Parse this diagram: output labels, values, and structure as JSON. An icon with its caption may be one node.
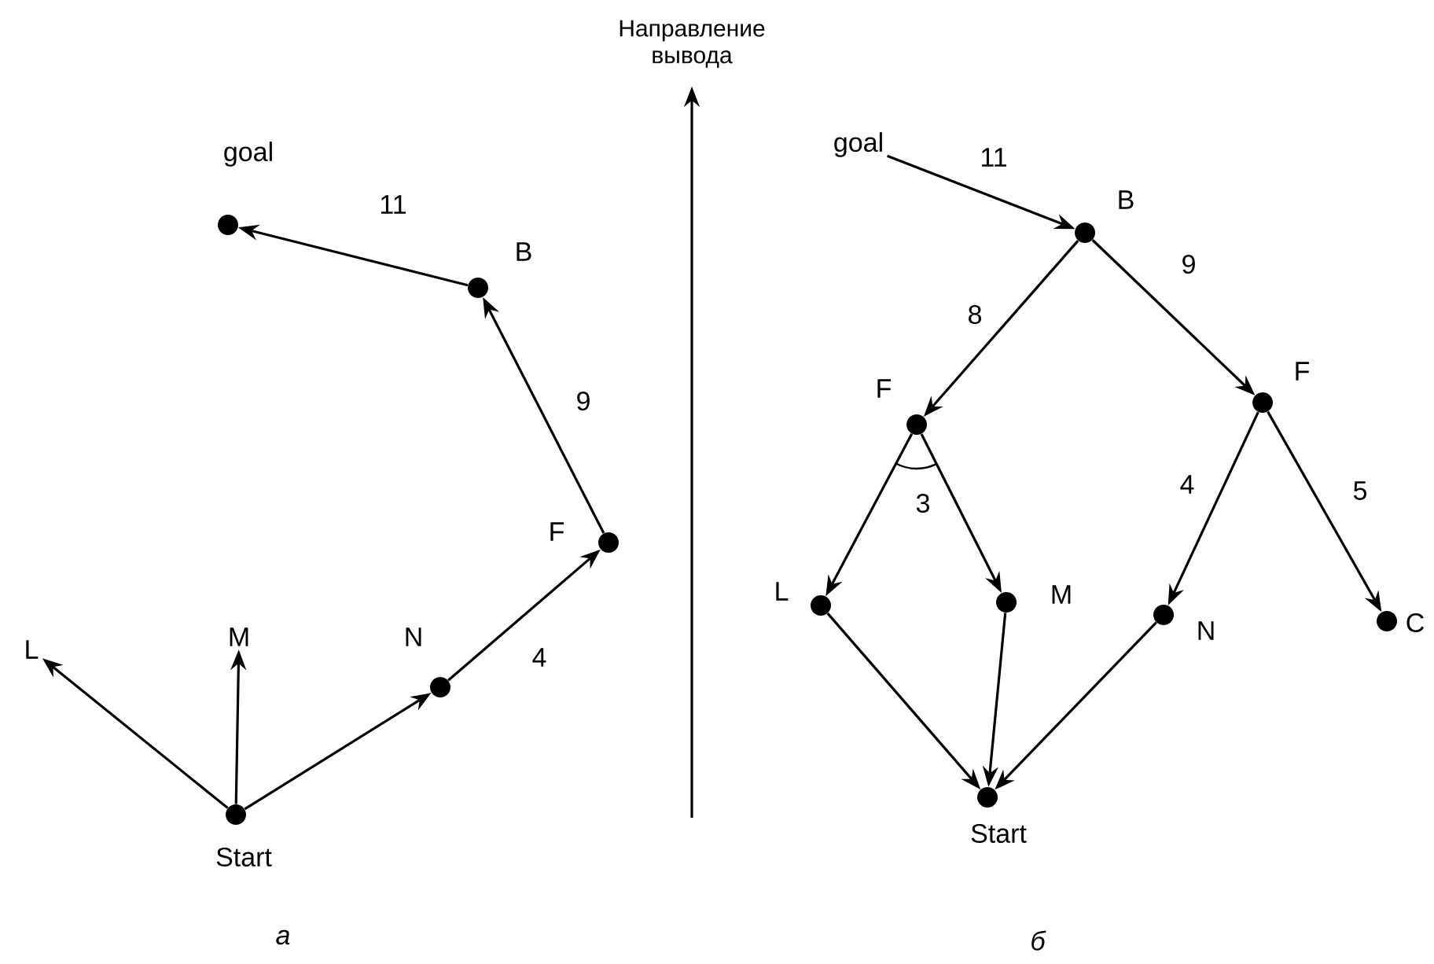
{
  "diagram": {
    "nodes": [
      {
        "text": [],
        "shape": "circle",
        "beside": [
          "goal"
        ]
      },
      {
        "text": [],
        "shape": "circle",
        "beside": [
          "B"
        ]
      },
      {
        "text": [],
        "shape": "circle",
        "beside": [
          "F"
        ]
      },
      {
        "text": [],
        "shape": "circle",
        "beside": [
          "N"
        ]
      },
      {
        "text": [],
        "shape": "circle",
        "beside": [
          "Start"
        ]
      },
      {
        "text": [
          "L"
        ]
      },
      {
        "text": [
          "M"
        ]
      },
      {
        "text": [
          "goal"
        ]
      },
      {
        "text": [],
        "shape": "circle",
        "beside": [
          "B"
        ]
      },
      {
        "text": [],
        "shape": "circle",
        "beside": [
          "F"
        ]
      },
      {
        "text": [],
        "shape": "circle",
        "beside": [
          "F"
        ]
      },
      {
        "text": [],
        "shape": "circle",
        "beside": [
          "L"
        ]
      },
      {
        "text": [],
        "shape": "circle",
        "beside": [
          "M"
        ]
      },
      {
        "text": [],
        "shape": "circle",
        "beside": [
          "N"
        ]
      },
      {
        "text": [],
        "shape": "circle",
        "beside": [
          "C"
        ]
      },
      {
        "text": [],
        "shape": "circle",
        "beside": [
          "Start"
        ]
      }
    ],
    "edges": [
      {
        "from": 4,
        "to": 5,
        "arrow": "to"
      },
      {
        "from": 4,
        "to": 6,
        "arrow": "to"
      },
      {
        "from": 4,
        "to": 3,
        "arrow": "to"
      },
      {
        "from": 3,
        "to": 2,
        "arrow": "to",
        "label": "4"
      },
      {
        "from": 2,
        "to": 1,
        "arrow": "to",
        "label": "9"
      },
      {
        "from": 1,
        "to": 0,
        "arrow": "to",
        "label": "11"
      },
      {
        "from": 7,
        "to": 8,
        "arrow": "to",
        "label": "11"
      },
      {
        "from": 8,
        "to": 9,
        "arrow": "to",
        "label": "8"
      },
      {
        "from": 8,
        "to": 10,
        "arrow": "to",
        "label": "9"
      },
      {
        "from": 9,
        "to": 11,
        "arrow": "to"
      },
      {
        "from": 9,
        "to": 12,
        "arrow": "to"
      },
      {
        "from": 10,
        "to": 13,
        "arrow": "to",
        "label": "4"
      },
      {
        "from": 10,
        "to": 14,
        "arrow": "to",
        "label": "5"
      },
      {
        "from": 11,
        "to": 15,
        "arrow": "to"
      },
      {
        "from": 12,
        "to": 15,
        "arrow": "to"
      },
      {
        "from": 13,
        "to": 15,
        "arrow": "to"
      }
    ],
    "labels": [
      "Направление вывода",
      "3",
      "а",
      "б"
    ]
  }
}
